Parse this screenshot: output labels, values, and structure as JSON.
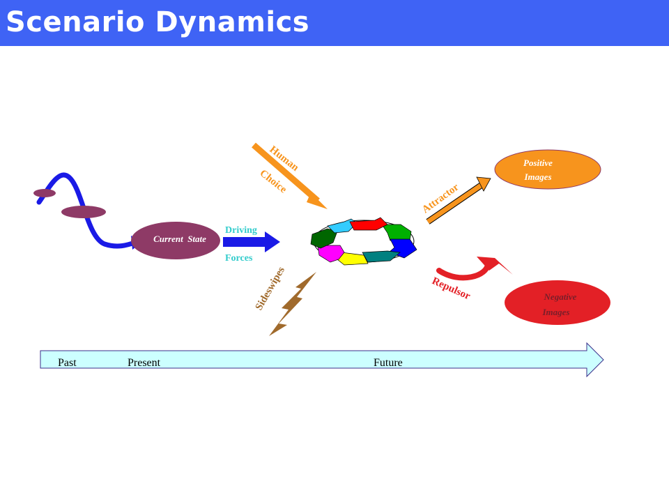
{
  "title": "Scenario Dynamics",
  "colors": {
    "title_bar": "#3F63F5",
    "current_state": "#8E3A66",
    "driving_forces": "#1A1AE6",
    "human_choice": "#F7941D",
    "attractor": "#F7941D",
    "repulsor": "#E32026",
    "positive_images": "#F7941D",
    "negative_images": "#E32026",
    "sideswipes": "#A06A2C",
    "timeline": "#CCFFFF",
    "label_cyan": "#33CCCC"
  },
  "labels": {
    "current_state": "Current  State",
    "driving": "Driving",
    "forces": "Forces",
    "human": "Human",
    "choice": "Choice",
    "sideswipes": "Sideswipes",
    "attractor": "Attractor",
    "repulsor": "Repulsor",
    "positive_images": [
      "Positive",
      "Images"
    ],
    "negative_images": [
      "Negative",
      "Images"
    ]
  },
  "timeline": {
    "past": "Past",
    "present": "Present",
    "future": "Future"
  },
  "cycle_arrow_colors": [
    "#00B000",
    "#0000FF",
    "#008080",
    "#FFFF00",
    "#FF00FF",
    "#006600",
    "#33CCFF",
    "#FF0000"
  ]
}
